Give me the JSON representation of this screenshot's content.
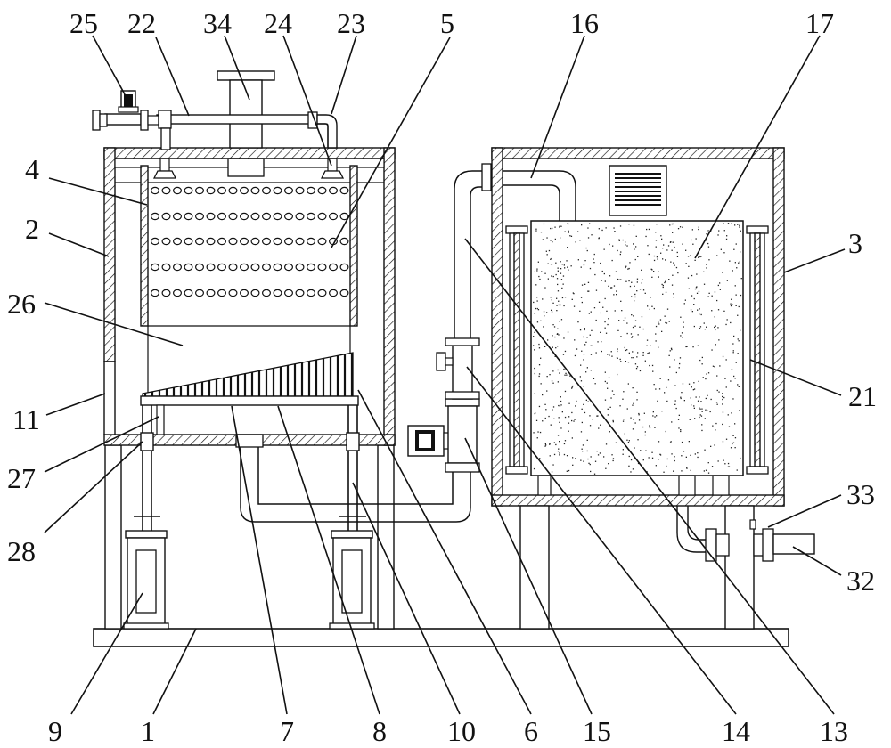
{
  "labels": {
    "l1": "1",
    "l2": "2",
    "l3": "3",
    "l4": "4",
    "l5": "5",
    "l6": "6",
    "l7": "7",
    "l8": "8",
    "l9": "9",
    "l10": "10",
    "l11": "11",
    "l13": "13",
    "l14": "14",
    "l15": "15",
    "l16": "16",
    "l17": "17",
    "l21": "21",
    "l22": "22",
    "l23": "23",
    "l24": "24",
    "l25": "25",
    "l26": "26",
    "l27": "27",
    "l28": "28",
    "l32": "32",
    "l33": "33",
    "l34": "34"
  }
}
